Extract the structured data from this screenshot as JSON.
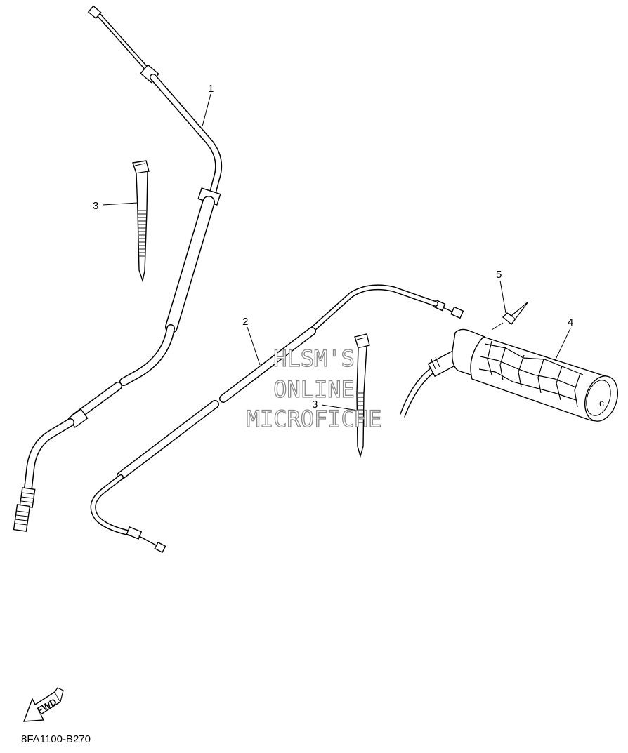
{
  "callouts": {
    "c1": "1",
    "c2": "2",
    "c3a": "3",
    "c3b": "3",
    "c4": "4",
    "c5": "5"
  },
  "diagram_code": "8FA1100-B270",
  "fwd_label": "FWD",
  "watermark": {
    "line1": "HLSM'S",
    "line2": "ONLINE",
    "line3": "MICROFICHE"
  },
  "icons": {
    "arrow": "fwd-arrow-icon"
  }
}
